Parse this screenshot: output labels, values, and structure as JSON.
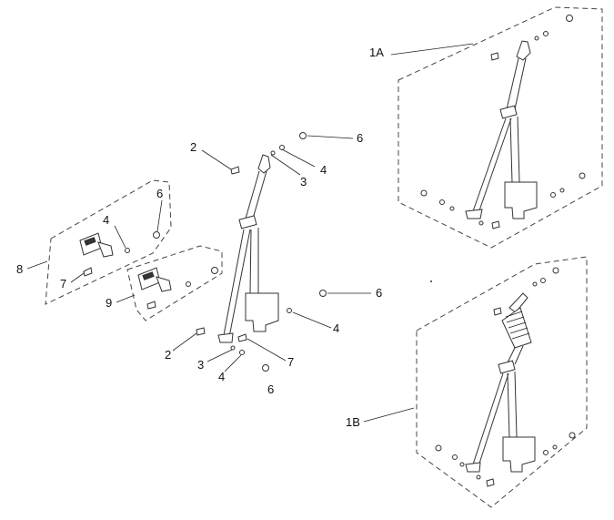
{
  "diagram": {
    "callouts": {
      "c_1a": "1A",
      "c_1b": "1B",
      "c_2a": "2",
      "c_2b": "2",
      "c_3a": "3",
      "c_3b": "3",
      "c_4a": "4",
      "c_4b": "4",
      "c_4c": "4",
      "c_4d": "4",
      "c_6a": "6",
      "c_6b": "6",
      "c_6c": "6",
      "c_6d": "6",
      "c_7a": "7",
      "c_7b": "7",
      "c_8": "8",
      "c_9": "9"
    }
  }
}
